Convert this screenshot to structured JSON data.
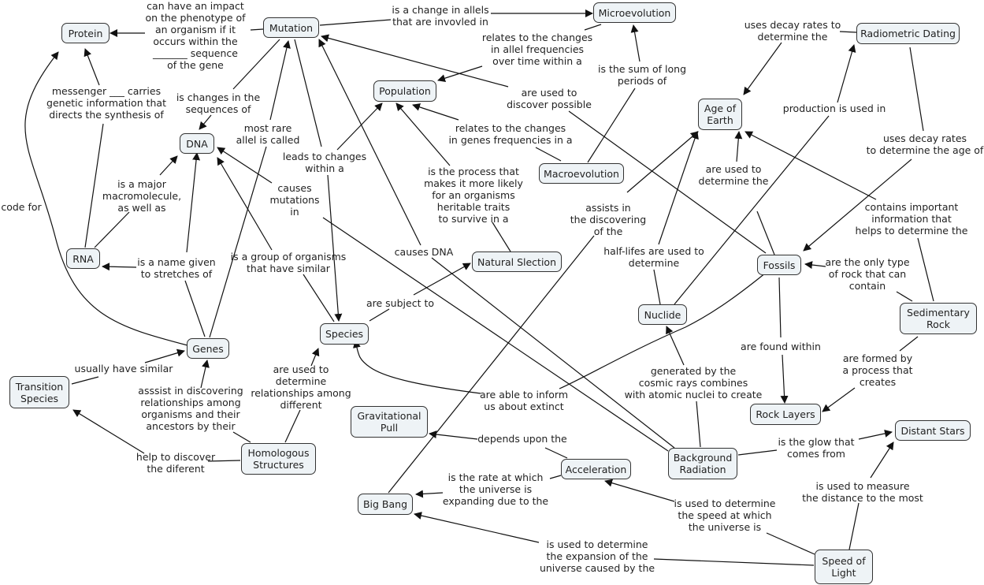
{
  "title": "Evolution Concept Map",
  "nodes": {
    "protein": "Protein",
    "mutation": "Mutation",
    "microevolution": "Microevolution",
    "radiometric": "Radiometric Dating",
    "population": "Population",
    "age_earth": "Age of\nEarth",
    "dna": "DNA",
    "macroevolution": "Macroevolution",
    "rna": "RNA",
    "natural_selection": "Natural Slection",
    "fossils": "Fossils",
    "nuclide": "Nuclide",
    "sedimentary": "Sedimentary\nRock",
    "species": "Species",
    "genes": "Genes",
    "transition": "Transition\nSpecies",
    "gravitational": "Gravitational\nPull",
    "rock_layers": "Rock Layers",
    "distant_stars": "Distant Stars",
    "homologous": "Homologous\nStructures",
    "background": "Background\nRadiation",
    "acceleration": "Acceleration",
    "big_bang": "Big Bang",
    "speed_light": "Speed of\nLight"
  },
  "links": {
    "l_mut_protein": "can have an impact\non the phenotype of\nan organism if it\noccurs within the\n_______ sequence\nof the gene",
    "l_mut_micro": "is a change in allels\nthat are invovled in",
    "l_radio_age": "uses decay rates to\ndetermine the",
    "l_micro_pop": "relates to the changes\nin allel frequencies\nover time within a",
    "l_macro_micro": "is the sum of long\nperiods of",
    "l_rna_protein": "messenger ___ carries\ngenetic information that\ndirects the synthesis of",
    "l_mut_dna": "is changes in the\nsequences of",
    "l_fossils_mut": "are used to\ndiscover possible",
    "l_nuclide_radio": "production is used in",
    "l_genes_mut": "most rare\nallel is called",
    "l_macro_pop": "relates to the changes\nin genes frequencies in a",
    "l_radio_fossils": "uses decay rates\nto determine the age of",
    "l_mut_species": "leads to changes\nwithin a",
    "l_ns_pop": "is the process that\nmakes it more likely\nfor an organisms\nheritable traits\nto survive in a",
    "l_fossils_age": "are used to\ndetermine the",
    "l_rna_dna": "is a major\nmacromolecule,\nas well as",
    "l_bg_dna": "causes\nmutations\nin",
    "l_bigbang_age": "assists in\nthe discovering\nof the",
    "l_sed_age": "contains important\ninformation that\nhelps to determine the",
    "l_genes_protein": "code for",
    "l_nuclide_age": "half-lifes are used to\ndetermine",
    "l_bg_mut": "causes DNA",
    "l_genes_rna": "is a name given\nto stretches of",
    "l_species_dna": "is a group of organisms\nthat have similar",
    "l_sed_fossils": "are the only type\nof rock that can\ncontain",
    "l_species_ns": "are subject to",
    "l_fossils_rock": "are found within",
    "l_trans_genes": "usually have similar",
    "l_homo_species": "are used to\ndetermine\nrelationships among\ndifferent",
    "l_sed_rock": "are formed by\na process that\ncreates",
    "l_bg_nuclide": "generated by the\ncosmic rays combines\nwith atomic nuclei to create",
    "l_homo_genes": "asssist in discovering\nrelationships among\norganisms and their\nancestors by their",
    "l_fossils_species": "are able to inform\nus about extinct",
    "l_accel_grav": "depends upon the",
    "l_bg_stars": "is the glow that\ncomes from",
    "l_homo_trans": "help to discover\nthe diferent",
    "l_accel_bigbang": "is the rate at which\nthe universe is\nexpanding due to the",
    "l_sol_stars": "is used to measure\nthe distance to the most",
    "l_sol_accel": "is used to determine\nthe speed at which\nthe universe is",
    "l_sol_bigbang": "is used to determine\nthe expansion of the\nuniverse caused by the"
  },
  "colors": {
    "node_fill": "#eef3f6",
    "stroke": "#222222"
  }
}
